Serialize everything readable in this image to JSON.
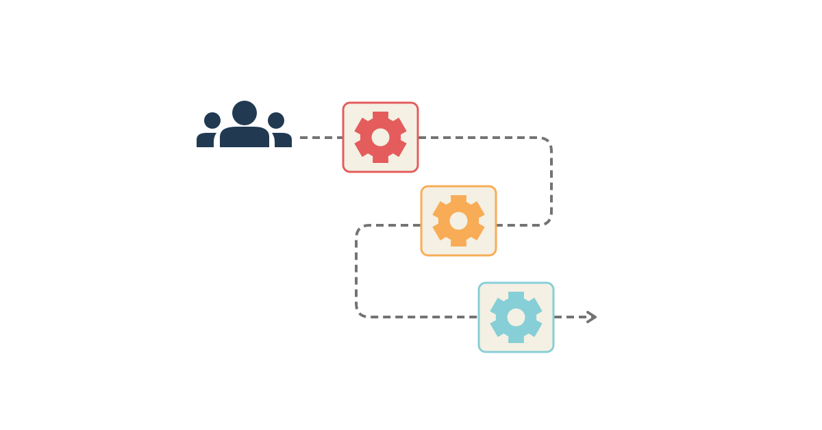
{
  "colors": {
    "background": "#ffffff",
    "users": "#213a52",
    "connector": "#737373",
    "box_fill": "#f4f0e3",
    "steps": [
      "#e45c5c",
      "#f8ac56",
      "#86cfd6"
    ]
  },
  "steps": [
    {
      "icon": "gear-icon",
      "color_index": 0
    },
    {
      "icon": "gear-icon",
      "color_index": 1
    },
    {
      "icon": "gear-icon",
      "color_index": 2
    }
  ]
}
